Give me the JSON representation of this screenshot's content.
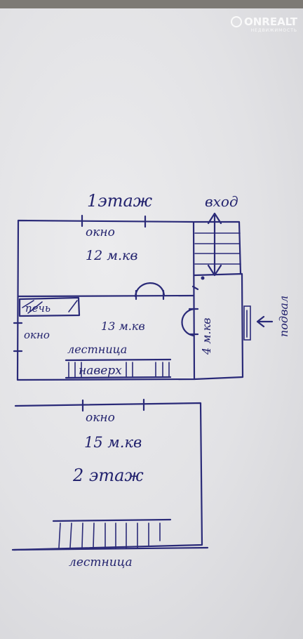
{
  "watermark": {
    "brand": "ONREALT",
    "sub": "НЕДВИЖИМОСТЬ"
  },
  "floor1": {
    "title": "1этаж",
    "entrance": "вход",
    "window_top": "окно",
    "room_area": "12 м.кв",
    "stove": "печь",
    "window_left": "окно",
    "hall_area": "13 м.кв",
    "stairs_label": "лестница",
    "stairs_word": "наверх",
    "porch_area": "4 м.кв",
    "cellar": "подвал"
  },
  "floor2": {
    "window": "окно",
    "area": "15 м.кв",
    "title": "2 этаж",
    "stairs_label": "лестница"
  },
  "colors": {
    "ink": "#2a2a78",
    "paper": "#e6e6e9"
  }
}
